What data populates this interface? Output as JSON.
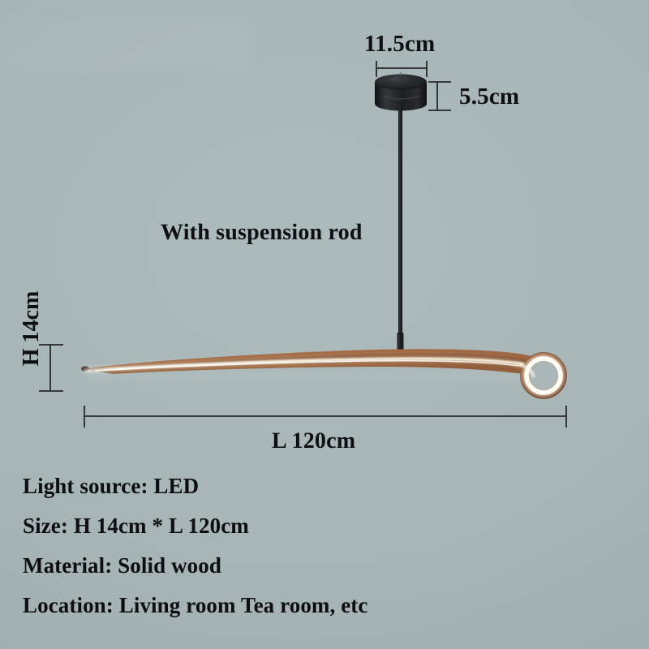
{
  "background_color": "#a9b7b9",
  "product": {
    "type": "wooden-linear-pendant-lamp",
    "wood_color": "#96603c",
    "metal_color": "#1d1f21",
    "led_color": "#fdf6e6"
  },
  "dimensions": {
    "canopy_width": "11.5cm",
    "canopy_height": "5.5cm",
    "body_height": "H 14cm",
    "body_length": "L 120cm"
  },
  "annotations": {
    "suspension_rod": "With suspension rod"
  },
  "specs": [
    "Light source: LED",
    "Size: H 14cm * L 120cm",
    "Material: Solid wood",
    "Location: Living room Tea room, etc"
  ],
  "spec_labels": {
    "light_source": "Light source: LED",
    "size": "Size: H 14cm * L 120cm",
    "material": "Material: Solid wood",
    "location": "Location: Living room Tea room, etc"
  }
}
